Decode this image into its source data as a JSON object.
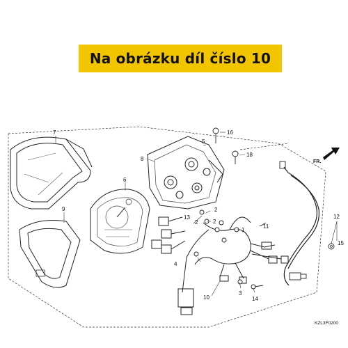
{
  "banner": {
    "text": "Na obrázku díl číslo 10",
    "background": "#f3c400"
  },
  "diagram": {
    "direction_label": "FR.",
    "drawing_code": "KZL3F0200",
    "callouts": {
      "c1": "1",
      "c2a": "2",
      "c2b": "2",
      "c2c": "2",
      "c3": "3",
      "c4": "4",
      "c5": "5",
      "c6": "6",
      "c7": "7",
      "c8": "8",
      "c9": "9",
      "c10": "10",
      "c11": "11",
      "c12": "12",
      "c13": "13",
      "c14": "14",
      "c15": "15",
      "c16": "16",
      "c18": "18"
    }
  }
}
